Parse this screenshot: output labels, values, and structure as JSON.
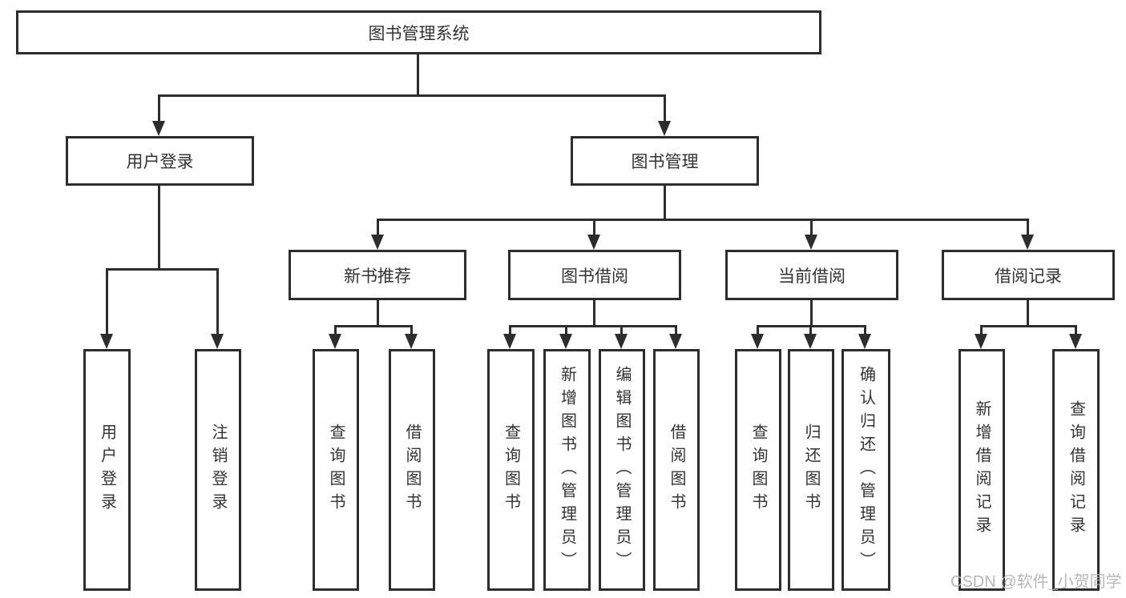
{
  "nodes": {
    "root": "图书管理系统",
    "user_login": "用户登录",
    "book_mgmt": "图书管理",
    "new_book_rec": "新书推荐",
    "book_borrow": "图书借阅",
    "current_borrow": "当前借阅",
    "borrow_records": "借阅记录",
    "leaf_user_login": "用户登录",
    "leaf_logout": "注销登录",
    "nb_query_books": "查询图书",
    "nb_borrow_books": "借阅图书",
    "bb_query_books": "查询图书",
    "bb_add_books": "新增图书（管理员）",
    "bb_edit_books": "编辑图书（管理员）",
    "bb_borrow_books": "借阅图书",
    "cb_query_books": "查询图书",
    "cb_return_books": "归还图书",
    "cb_confirm_return": "确认归还（管理员）",
    "br_add_record": "新增借阅记录",
    "br_query_record": "查询借阅记录"
  },
  "hierarchy": {
    "label": "图书管理系统",
    "children": [
      {
        "label": "用户登录",
        "children": [
          {
            "label": "用户登录"
          },
          {
            "label": "注销登录"
          }
        ]
      },
      {
        "label": "图书管理",
        "children": [
          {
            "label": "新书推荐",
            "children": [
              {
                "label": "查询图书"
              },
              {
                "label": "借阅图书"
              }
            ]
          },
          {
            "label": "图书借阅",
            "children": [
              {
                "label": "查询图书"
              },
              {
                "label": "新增图书（管理员）"
              },
              {
                "label": "编辑图书（管理员）"
              },
              {
                "label": "借阅图书"
              }
            ]
          },
          {
            "label": "当前借阅",
            "children": [
              {
                "label": "查询图书"
              },
              {
                "label": "归还图书"
              },
              {
                "label": "确认归还（管理员）"
              }
            ]
          },
          {
            "label": "借阅记录",
            "children": [
              {
                "label": "新增借阅记录"
              },
              {
                "label": "查询借阅记录"
              }
            ]
          }
        ]
      }
    ]
  },
  "watermark": "CSDN @软件_小贺同学",
  "colors": {
    "line": "#2d2d2d",
    "box_border": "#2d2d2d",
    "box_fill": "#ffffff",
    "text": "#333333",
    "watermark": "#b3b0b3",
    "background": "#ffffff"
  }
}
